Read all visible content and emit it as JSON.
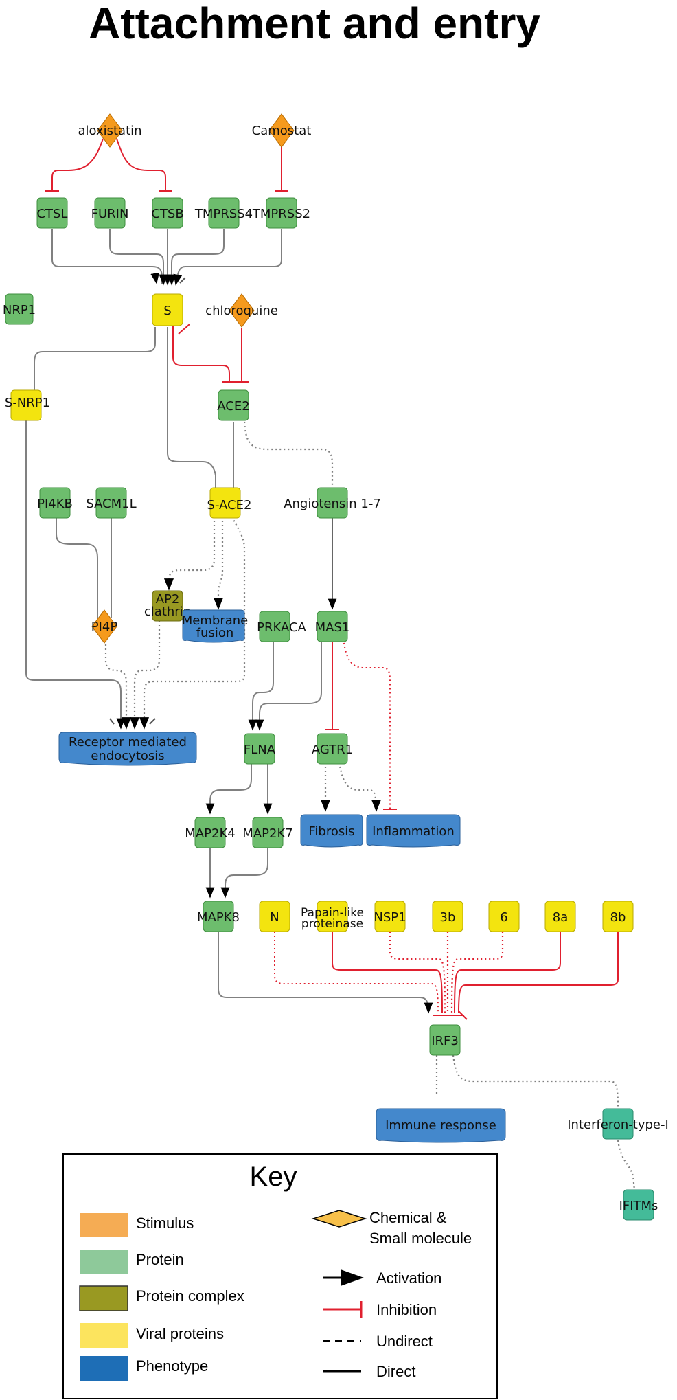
{
  "title": "Attachment and entry",
  "colors": {
    "stimulus": "#f5ac54",
    "chemical": "#f59a1d",
    "protein": "#6dbd6d",
    "protein_complex": "#999922",
    "viral": "#f3e40f",
    "phenotype": "#4488cc",
    "interferon": "#44bb99",
    "inhibition": "#e0202f",
    "activation": "#000000",
    "edge": "#808080"
  },
  "nodes": {
    "aloxistatin": "aloxistatin",
    "camostat": "Camostat",
    "ctsl": "CTSL",
    "furin": "FURIN",
    "ctsb": "CTSB",
    "tmprss4": "TMPRSS4",
    "tmprss2": "TMPRSS2",
    "nrp1": "NRP1",
    "s": "S",
    "chloroquine": "chloroquine",
    "s_nrp1": "S-NRP1",
    "ace2": "ACE2",
    "pi4kb": "PI4KB",
    "sacm1l": "SACM1L",
    "s_ace2": "S-ACE2",
    "angiotensin": "Angiotensin 1-7",
    "ap2_line1": "AP2",
    "ap2_line2": "clathrin",
    "pi4p": "PI4P",
    "membrane_line1": "Membrane",
    "membrane_line2": "fusion",
    "prkaca": "PRKACA",
    "mas1": "MAS1",
    "receptor_line1": "Receptor mediated",
    "receptor_line2": "endocytosis",
    "flna": "FLNA",
    "agtr1": "AGTR1",
    "map2k4": "MAP2K4",
    "map2k7": "MAP2K7",
    "fibrosis": "Fibrosis",
    "inflammation": "Inflammation",
    "mapk8": "MAPK8",
    "n": "N",
    "papain_line1": "Papain-like",
    "papain_line2": "proteinase",
    "nsp1": "NSP1",
    "v3b": "3b",
    "v6": "6",
    "v8a": "8a",
    "v8b": "8b",
    "irf3": "IRF3",
    "immune": "Immune response",
    "interferon": "Interferon-type-I",
    "ifitms": "IFITMs"
  },
  "key": {
    "title": "Key",
    "stimulus": "Stimulus",
    "protein": "Protein",
    "protein_complex": "Protein complex",
    "viral_proteins": "Viral proteins",
    "phenotype": "Phenotype",
    "chemical_line1": "Chemical &",
    "chemical_line2": "Small molecule",
    "activation": "Activation",
    "inhibition": "Inhibition",
    "undirect": "Undirect",
    "direct": "Direct"
  }
}
